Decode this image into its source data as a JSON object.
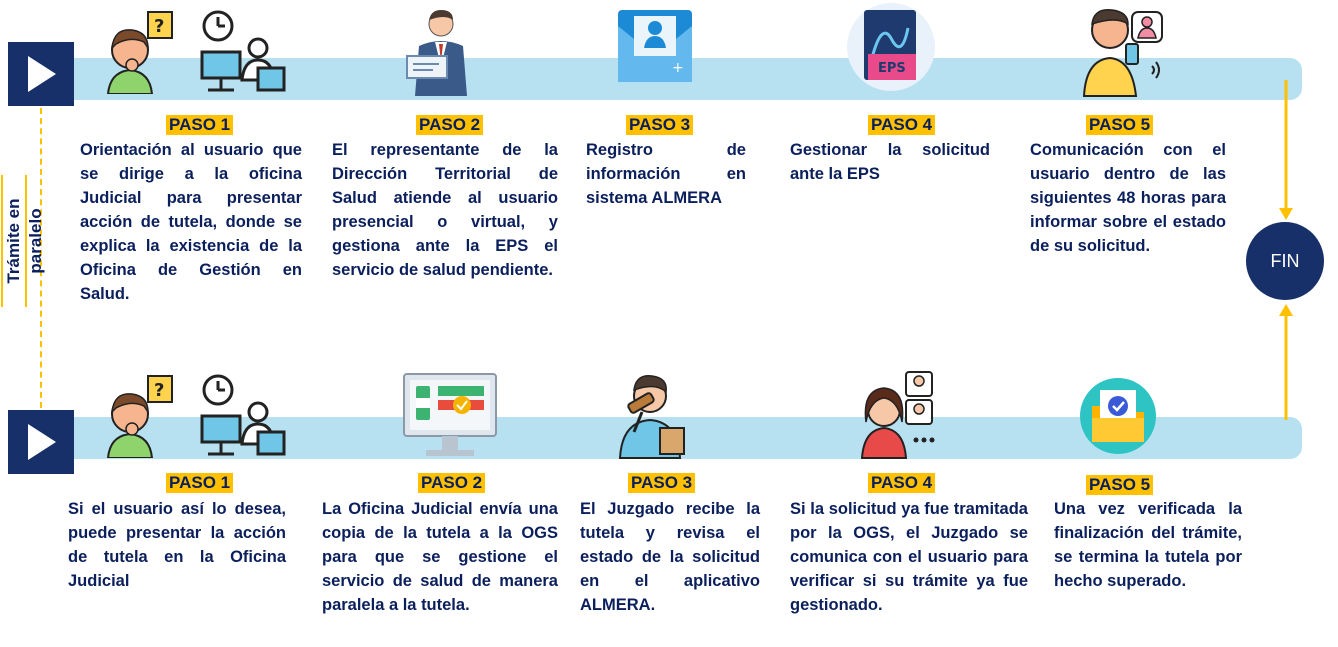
{
  "side_label": "Trámite en paralelo",
  "fin_label": "FIN",
  "top_steps": [
    {
      "paso": "PASO 1",
      "text": "Orientación al usuario que se dirige a la oficina Judicial para presentar acción de tutela, donde se explica la existencia de la Oficina de Gestión en Salud."
    },
    {
      "paso": "PASO 2",
      "text": "El representante de la Dirección Territorial de Salud atiende al usuario presencial o virtual, y gestiona ante la EPS el servicio de salud pendiente."
    },
    {
      "paso": "PASO 3",
      "text": "Registro de información en sistema ALMERA"
    },
    {
      "paso": "PASO 4",
      "text": "Gestionar la solicitud ante la EPS"
    },
    {
      "paso": "PASO 5",
      "text": "Comunicación con el usuario dentro de las siguientes 48 horas para informar sobre el estado de su solicitud."
    }
  ],
  "bottom_steps": [
    {
      "paso": "PASO 1",
      "text": "Si el usuario así lo desea, puede presentar la acción de tutela en la Oficina Judicial"
    },
    {
      "paso": "PASO 2",
      "text": "La Oficina Judicial envía una copia de la tutela a la OGS para que se gestione el servicio de salud de manera paralela a la tutela."
    },
    {
      "paso": "PASO 3",
      "text": "El Juzgado recibe la tutela y revisa el estado de la solicitud en el aplicativo ALMERA."
    },
    {
      "paso": "PASO 4",
      "text": "Si la solicitud ya fue tramitada por la OGS, el Juzgado se comunica con el usuario para verificar si su trámite ya fue gestionado."
    },
    {
      "paso": "PASO 5",
      "text": "Una vez verificada la finalización del trámite, se termina la tutela por hecho superado."
    }
  ],
  "eps_icon_text": "EPS",
  "colors": {
    "navy": "#18306a",
    "band": "#b7e1f1",
    "accent": "#ffc000",
    "text": "#0a1f5c"
  }
}
